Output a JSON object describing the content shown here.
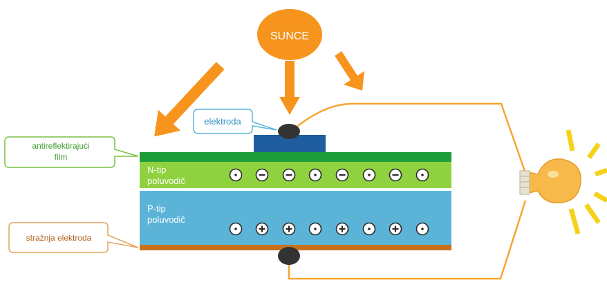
{
  "sun": {
    "label": "SUNCE",
    "color": "#F7941D"
  },
  "labels": {
    "electrode": "elektroda",
    "antireflective_line1": "antireflektirajući",
    "antireflective_line2": "film",
    "back_electrode": "stražnja elektroda",
    "n_type_line1": "N-tip",
    "n_type_line2": "poluvodič",
    "p_type_line1": "P-tip",
    "p_type_line2": "poluvodič"
  },
  "layers": {
    "antireflective_color": "#1E9E3A",
    "n_type_color": "#8FD13F",
    "p_type_color": "#5BB4D8",
    "back_electrode_color": "#C8701A",
    "top_electrode_color": "#1F5E9E",
    "contact_color": "#333333",
    "wire_color": "#F7A533"
  },
  "n_charges": [
    "dot",
    "minus",
    "minus",
    "dot",
    "minus",
    "dot",
    "minus",
    "dot"
  ],
  "p_charges": [
    "dot",
    "plus",
    "plus",
    "dot",
    "plus",
    "dot",
    "plus",
    "dot"
  ],
  "bulb": {
    "name": "light-bulb-icon",
    "color": "#F7B94A",
    "rays_color": "#F5D21A"
  }
}
